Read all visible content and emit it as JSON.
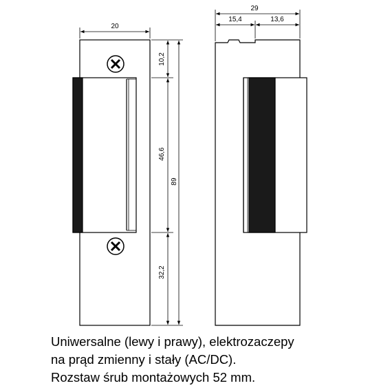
{
  "dimensions": {
    "front_width": "20",
    "top_offset": "10,2",
    "middle_height": "46,6",
    "total_height": "89",
    "bottom_offset": "32,2",
    "side_total_width": "29",
    "side_left_width": "15,4",
    "side_right_width": "13,6"
  },
  "caption": {
    "line1": "Uniwersalne (lewy i prawy), elektrozaczepy",
    "line2": "na prąd zmienny i stały (AC/DC).",
    "line3": "Rozstaw śrub montażowych 52 mm."
  },
  "colors": {
    "line": "#000000",
    "body_fill": "#ffffff",
    "latch_dark": "#1a1a1a"
  }
}
